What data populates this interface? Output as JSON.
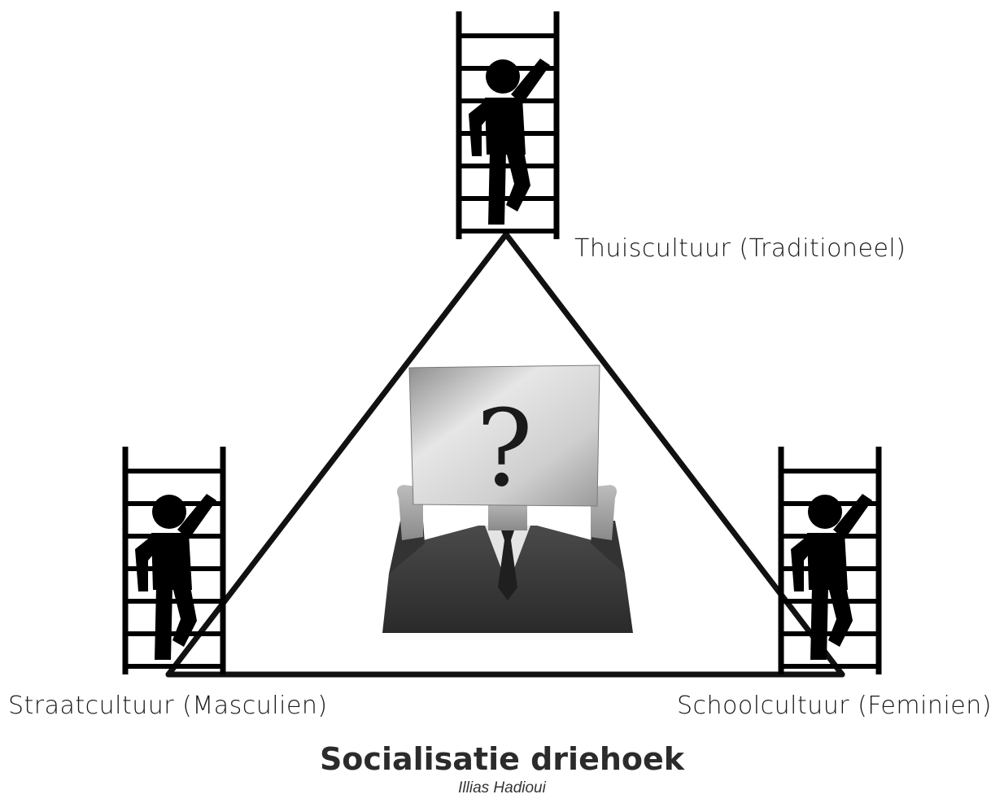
{
  "diagram": {
    "title": "Socialisatie driehoek",
    "author": "Illias Hadioui",
    "corners": {
      "top": "Thuiscultuur (Traditioneel)",
      "left": "Straatcultuur (Masculien)",
      "right": "Schoolcultuur (Feminien)"
    },
    "center_sign": "?",
    "icons": [
      "ladder-climber-icon",
      "person-holding-question-sign-icon"
    ]
  }
}
